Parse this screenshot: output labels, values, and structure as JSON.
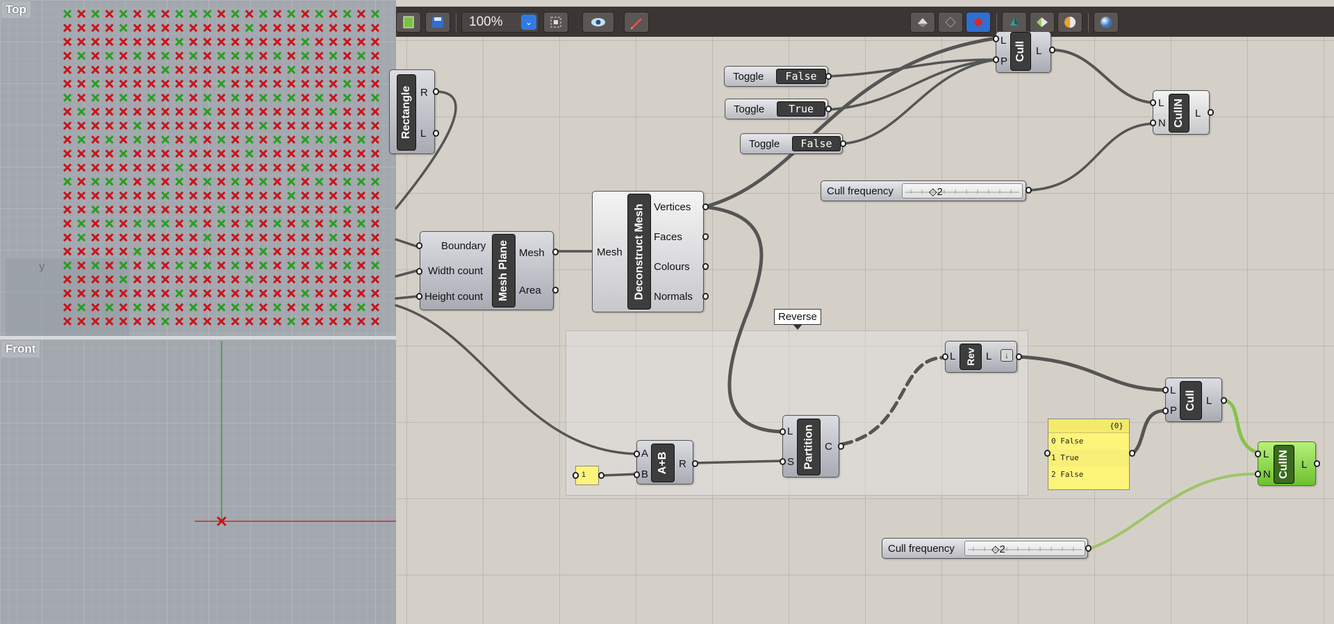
{
  "viewports": {
    "top_label": "Top",
    "front_label": "Front",
    "axis_y": "y"
  },
  "toolbar": {
    "zoom": "100%",
    "icons": [
      "open-icon",
      "save-icon",
      "zoom-dropdown-icon",
      "zoom-extents-icon",
      "preview-eye-icon",
      "sketch-icon",
      "preview-shaded-icon",
      "preview-wire-icon",
      "preview-selected-icon",
      "display-mesh-icon",
      "display-materials-icon",
      "display-sphere-icon"
    ]
  },
  "components": {
    "rectangle": {
      "name": "Rectangle",
      "out": [
        "R",
        "L"
      ]
    },
    "mesh_plane": {
      "name": "Mesh Plane",
      "in": [
        "Boundary",
        "Width count",
        "Height count"
      ],
      "out": [
        "Mesh",
        "Area"
      ]
    },
    "deconstruct_mesh": {
      "name": "Deconstruct Mesh",
      "in": [
        "Mesh"
      ],
      "out": [
        "Vertices",
        "Faces",
        "Colours",
        "Normals"
      ]
    },
    "cull_top": {
      "name": "Cull",
      "in": [
        "L",
        "P"
      ],
      "out": [
        "L"
      ]
    },
    "culln_top": {
      "name": "CullN",
      "in": [
        "L",
        "N"
      ],
      "out": [
        "L"
      ]
    },
    "addition": {
      "name": "A+B",
      "in": [
        "A",
        "B"
      ],
      "out": [
        "R"
      ]
    },
    "partition": {
      "name": "Partition",
      "in": [
        "L",
        "S"
      ],
      "out": [
        "C"
      ]
    },
    "reverse": {
      "name": "Rev",
      "in": [
        "L"
      ],
      "out": [
        "L"
      ]
    },
    "cull_bottom": {
      "name": "Cull",
      "in": [
        "L",
        "P"
      ],
      "out": [
        "L"
      ]
    },
    "culln_bottom": {
      "name": "CullN",
      "in": [
        "L",
        "N"
      ],
      "out": [
        "L"
      ]
    }
  },
  "toggles": [
    {
      "label": "Toggle",
      "value": "False"
    },
    {
      "label": "Toggle",
      "value": "True"
    },
    {
      "label": "Toggle",
      "value": "False"
    }
  ],
  "sliders": [
    {
      "label": "Cull frequency",
      "value": "◇2"
    },
    {
      "label": "Cull frequency",
      "value": "◇2"
    }
  ],
  "group": {
    "label": "Reverse"
  },
  "number_panel": {
    "value": "1"
  },
  "panel": {
    "header": "{0}",
    "rows": [
      {
        "index": "0",
        "value": "False"
      },
      {
        "index": "1",
        "value": "True"
      },
      {
        "index": "2",
        "value": "False"
      }
    ]
  },
  "colors": {
    "cull_kept": "#2a9d1f",
    "cull_removed": "#c8141a",
    "canvas": "#d4d0c8",
    "selected": "#7ed23a"
  }
}
